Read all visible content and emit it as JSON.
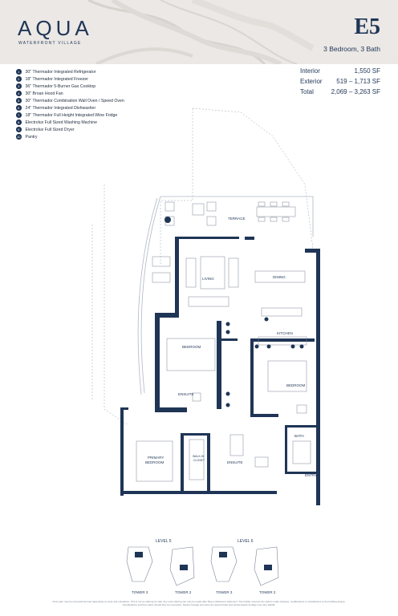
{
  "header": {
    "brand": "AQUA",
    "brand_sub": "WATERFRONT VILLAGE",
    "unit_code": "E5",
    "unit_type": "3 Bedroom, 3 Bath"
  },
  "features": [
    {
      "num": "1",
      "label": "30\" Thermador Integrated Refrigerator"
    },
    {
      "num": "2",
      "label": "18\" Thermador Integrated Freezer"
    },
    {
      "num": "3",
      "label": "36\" Thermador 5-Burner Gas Cooktop"
    },
    {
      "num": "4",
      "label": "30\" Broan Hood Fan"
    },
    {
      "num": "5",
      "label": "30\" Thermador Combination Wall Oven / Speed Oven"
    },
    {
      "num": "6",
      "label": "24\" Thermador Integrated Dishwasher"
    },
    {
      "num": "7",
      "label": "18\" Thermador Full Height Integrated Wine Fridge"
    },
    {
      "num": "8",
      "label": "Electrolux Full Sized Washing Machine"
    },
    {
      "num": "9",
      "label": "Electrolux Full Sized Dryer"
    },
    {
      "num": "10",
      "label": "Pantry"
    }
  ],
  "areas": [
    {
      "label": "Interior",
      "value": "1,550 SF"
    },
    {
      "label": "Exterior",
      "value": "519 – 1,713 SF"
    },
    {
      "label": "Total",
      "value": "2,069 – 3,263 SF"
    }
  ],
  "rooms": {
    "terrace": "TERRACE",
    "living": "LIVING",
    "dining": "DINING",
    "kitchen": "KITCHEN",
    "bedroom1": "BEDROOM",
    "bedroom2": "BEDROOM",
    "ensuite1": "ENSUITE",
    "ensuite2": "ENSUITE",
    "primary": "PRIMARY\nBEDROOM",
    "walkin": "WALK-IN\nCLOSET",
    "bath": "BATH",
    "entry": "ENTRY"
  },
  "keyplan": {
    "level5": "LEVEL 5",
    "level6": "LEVEL 6",
    "towers": [
      "TOWER 3",
      "TOWER 2",
      "TOWER 3",
      "TOWER 2"
    ]
  },
  "disclaimer": "Floor plan may be reversed/mirrored depending on suite and orientation. This is not an offering for sale. Any such offering can only be made after filing a disclosure statement. The builder reserves the right to make changes, modifications or substitutions to the building design, specifications and floor plans should they be necessary. Square footage and sizes are approximate and actual square footage may vary. E&OE.",
  "colors": {
    "navy": "#1f3556",
    "header_bg": "#ebe8e5"
  }
}
